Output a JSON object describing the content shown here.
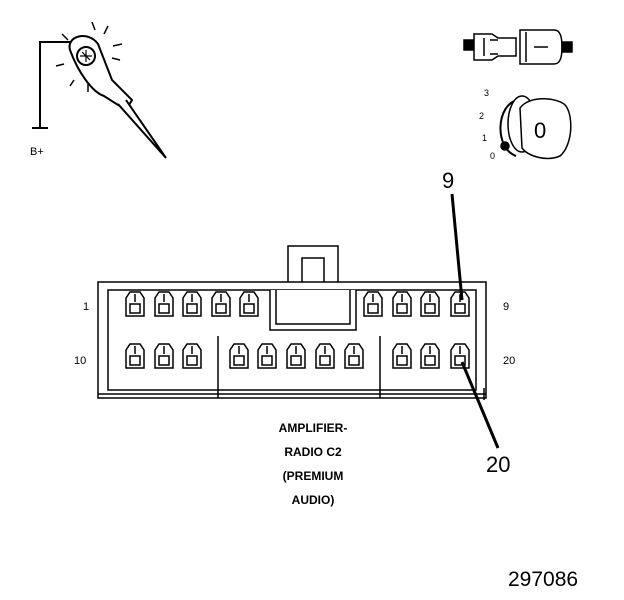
{
  "probe": {
    "label": "B+"
  },
  "key": {
    "positions": [
      "3",
      "2",
      "1",
      "0"
    ],
    "key_label": "0"
  },
  "connector": {
    "pin_labels": {
      "row1_start": "1",
      "row1_end": "9",
      "row2_start": "10",
      "row2_end": "20"
    },
    "callouts": [
      "9",
      "20"
    ],
    "caption_lines": [
      "AMPLIFIER-",
      "RADIO C2",
      "(PREMIUM",
      "AUDIO)"
    ]
  },
  "figure_number": "297086",
  "colors": {
    "ink": "#000000",
    "background": "#ffffff"
  }
}
